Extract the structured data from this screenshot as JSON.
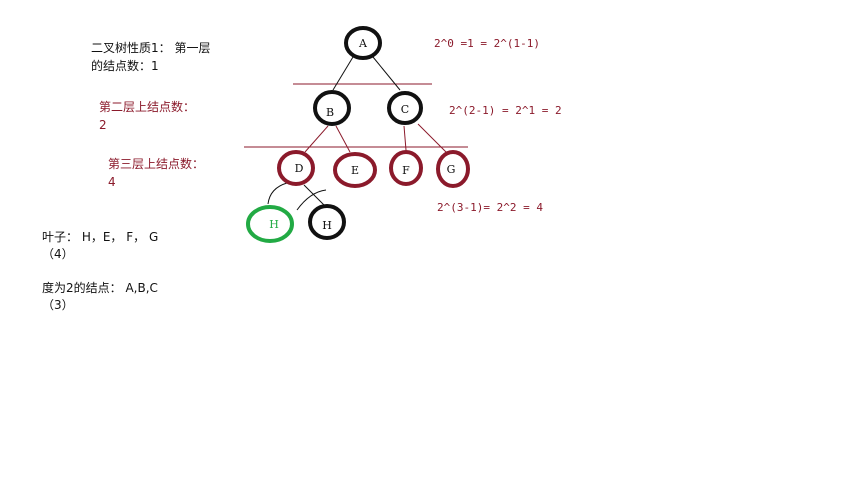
{
  "colors": {
    "black": "#111111",
    "dark_red": "#8b1a2b",
    "green": "#22aa44",
    "line_red": "#8b1a2b"
  },
  "notes": {
    "property_line1": "二叉树性质1： 第一层",
    "property_line2": "的结点数：1",
    "level2_line1": "第二层上结点数：",
    "level2_line2": "2",
    "level3_line1": "第三层上结点数：",
    "level3_line2": "4",
    "leaves_line1": "叶子： H，E， F， G",
    "leaves_line2": "（4）",
    "degree2_line1": "度为2的结点： A,B,C",
    "degree2_line2": "（3）"
  },
  "formulas": {
    "level1": "2^0 =1 = 2^(1-1)",
    "level2": "2^(2-1) = 2^1 = 2",
    "level3": "2^(3-1)= 2^2 = 4"
  },
  "nodes": {
    "A": "A",
    "B": "B",
    "C": "C",
    "D": "D",
    "E": "E",
    "F": "F",
    "G": "G",
    "H_green": "H",
    "H_black": "H"
  }
}
